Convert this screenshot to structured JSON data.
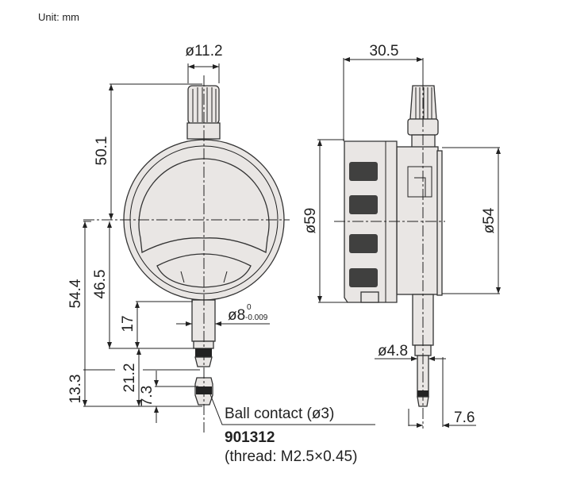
{
  "unit_label": "Unit: mm",
  "front_view": {
    "dim_knob_dia": "ø11.2",
    "dim_top_height": "50.1",
    "dim_total_lower": "54.4",
    "dim_body_lower": "46.5",
    "dim_stem": "17",
    "dim_spindle": "21.2",
    "dim_contact": "13.3",
    "dim_ball": "7.3",
    "dim_stem_dia": "ø8",
    "stem_tol_upper": "0",
    "stem_tol_lower": "-0.009"
  },
  "side_view": {
    "dim_depth": "30.5",
    "dim_body_dia": "ø59",
    "dim_back_dia": "ø54",
    "dim_spindle_dia": "ø4.8",
    "dim_offset": "7.6"
  },
  "callout": {
    "contact_label": "Ball contact (ø3)",
    "part_number": "901312",
    "thread_label": "(thread: M2.5×0.45)"
  },
  "colors": {
    "body_fill": "#e9e6e4",
    "line": "#222222"
  }
}
